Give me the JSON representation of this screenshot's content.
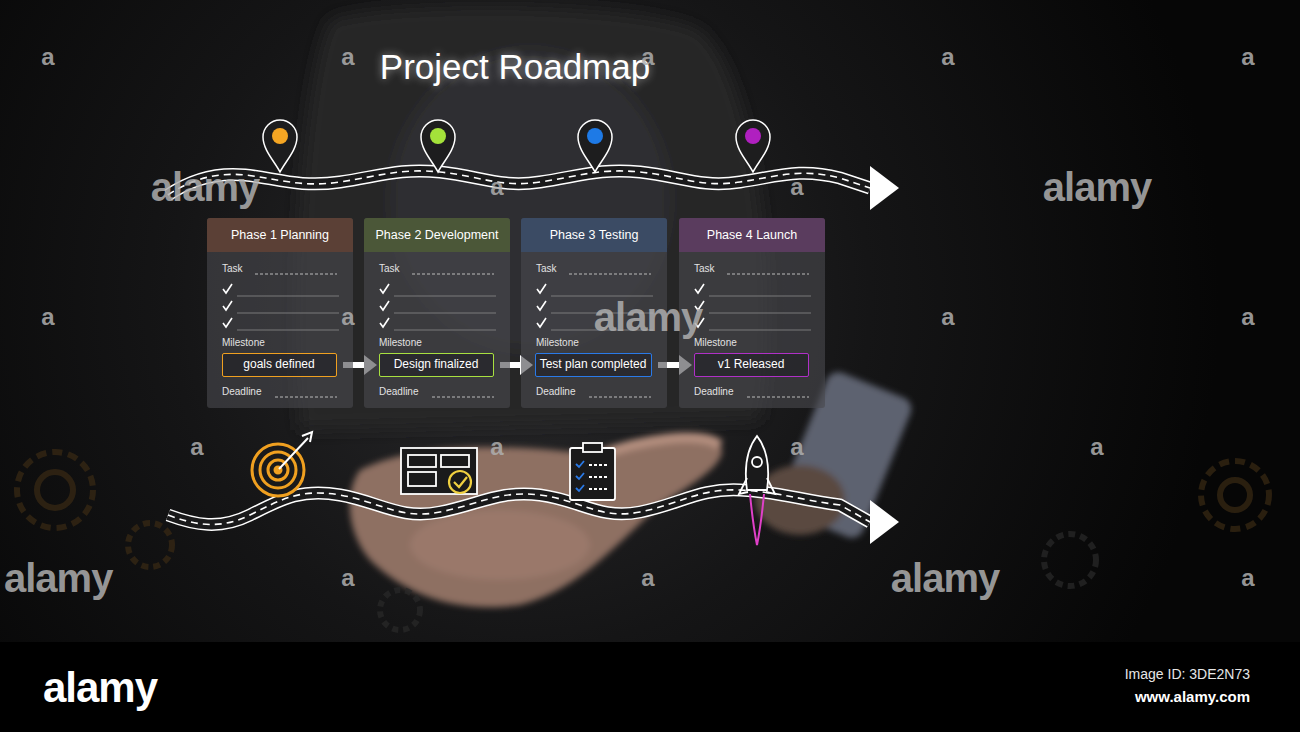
{
  "diagram": {
    "title": "Project Roadmap",
    "nodes": [
      {
        "text": [
          "Phase 1 Planning",
          "Task",
          "Milestone",
          "Deadline"
        ]
      },
      {
        "text": [
          "goals defined"
        ],
        "in": 0
      },
      {
        "text": [
          "Phase 2 Development",
          "Task",
          "Milestone",
          "Deadline"
        ]
      },
      {
        "text": [
          "Design finalized"
        ],
        "in": 2
      },
      {
        "text": [
          "Phase 3 Testing",
          "Task",
          "Milestone",
          "Deadline"
        ]
      },
      {
        "text": [
          "Test plan completed"
        ],
        "in": 4
      },
      {
        "text": [
          "Phase 4 Launch",
          "Task",
          "Milestone",
          "Deadline"
        ]
      },
      {
        "text": [
          "v1 Released"
        ],
        "in": 6
      }
    ],
    "edges": [
      {
        "from": 1,
        "to": 3,
        "arrow": "to"
      },
      {
        "from": 3,
        "to": 5,
        "arrow": "to"
      },
      {
        "from": 5,
        "to": 7,
        "arrow": "to"
      }
    ],
    "labels": [
      "a",
      "a",
      "a",
      "a",
      "a",
      "alamy",
      "a",
      "a",
      "alamy",
      "a",
      "a",
      "alamy",
      "a",
      "a",
      "a",
      "a",
      "a",
      "a",
      "alamy",
      "a",
      "a",
      "alamy",
      "a",
      "alamy",
      "Image ID: 3DE2N73",
      "www.alamy.com"
    ]
  }
}
